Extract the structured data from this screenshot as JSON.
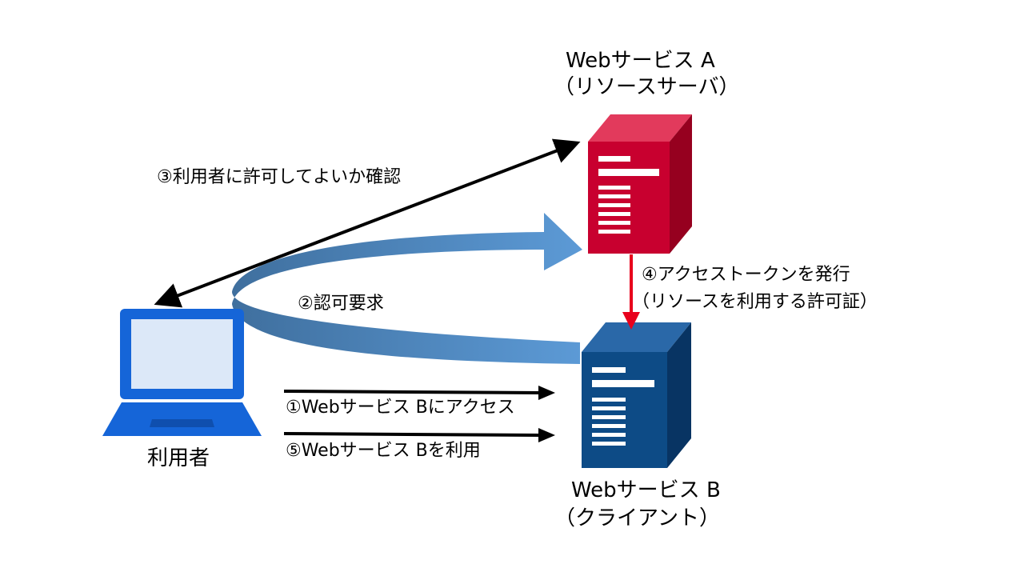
{
  "colors": {
    "server_a_front": "#c8002f",
    "server_a_side": "#96001f",
    "server_a_top": "#e23a5c",
    "server_b_front": "#0d4b86",
    "server_b_side": "#083463",
    "server_b_top": "#2a68a8",
    "laptop": "#1565d8",
    "laptop_screen": "#dce8f8",
    "flow_arrow": "#5592cc",
    "token_arrow": "#e8001c",
    "black_arrow": "#000000"
  },
  "server_a": {
    "title": "Webサービス A",
    "subtitle": "（リソースサーバ）",
    "icon": "server-icon"
  },
  "server_b": {
    "title": "Webサービス B",
    "subtitle": "（クライアント）",
    "icon": "server-icon"
  },
  "user": {
    "label": "利用者",
    "icon": "laptop-icon"
  },
  "steps": {
    "step1": "①Webサービス Bにアクセス",
    "step2": "②認可要求",
    "step3": "③利用者に許可してよいか確認",
    "step4_line1": "④アクセストークンを発行",
    "step4_line2": "（リソースを利用する許可証）",
    "step5": "⑤Webサービス Bを利用"
  }
}
